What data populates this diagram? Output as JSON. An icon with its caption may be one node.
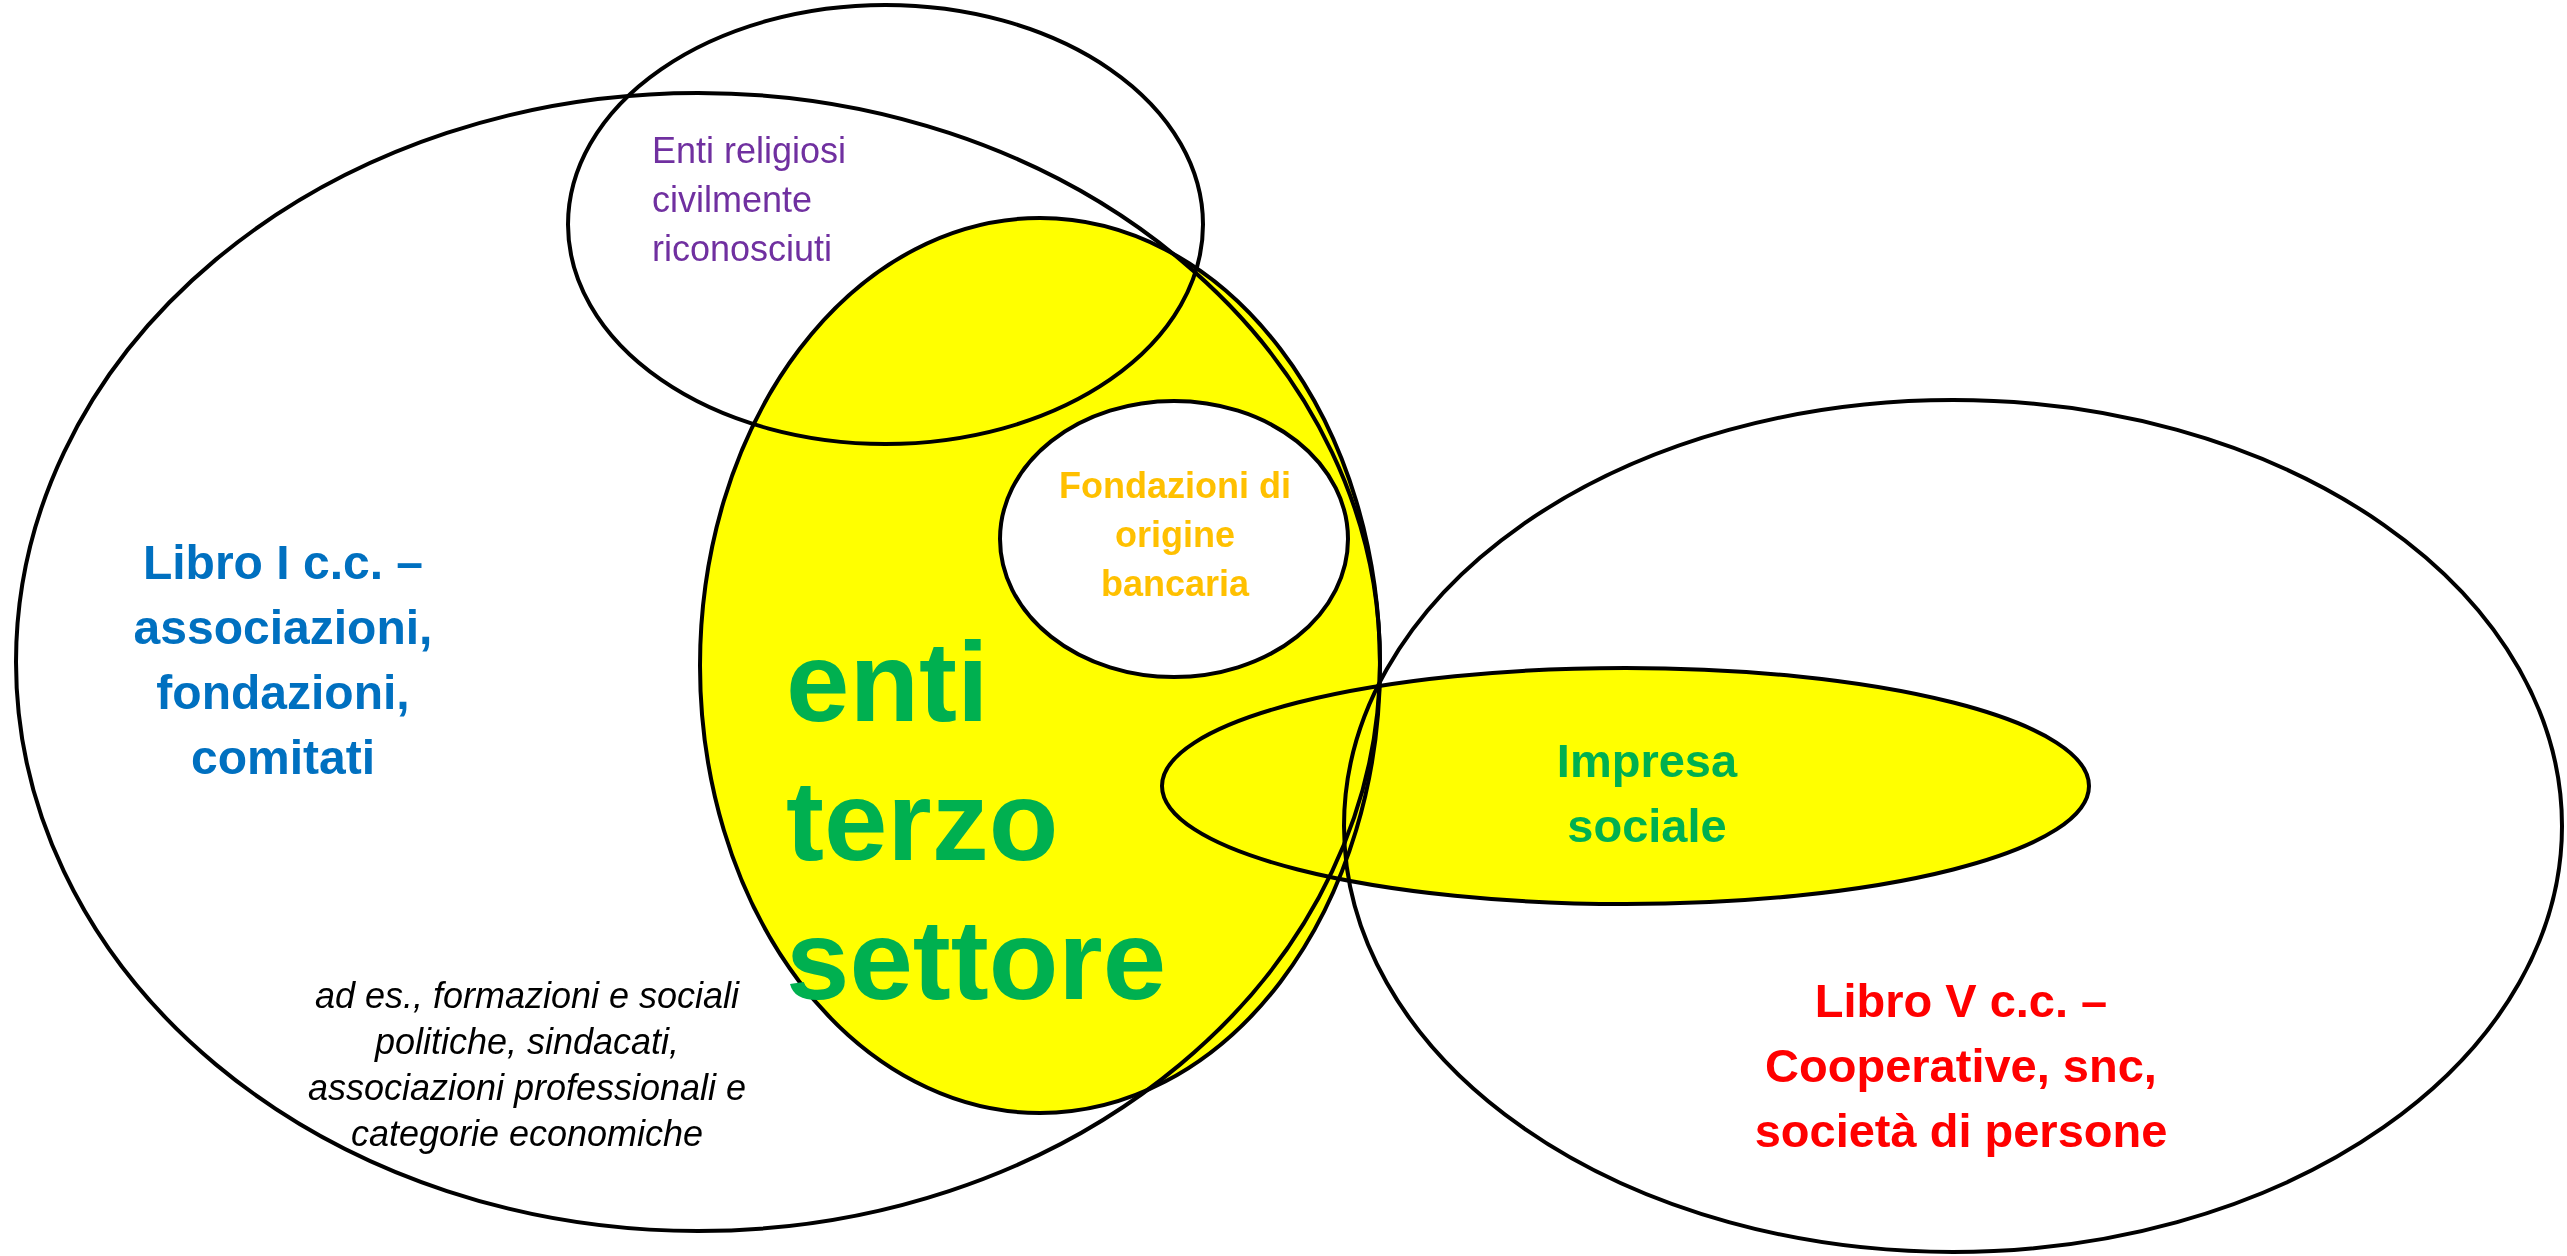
{
  "diagram": {
    "nodes": [
      {
        "text": [
          "Libro I c.c. – associazioni, fondazioni, comitati",
          "ad es., formazioni e sociali politiche, sindacati, associazioni professionali e categorie economiche"
        ]
      },
      {
        "text": [
          "Enti religiosi civilmente riconosciuti"
        ]
      },
      {
        "text": [
          "enti terzo settore"
        ]
      },
      {
        "text": [
          "Fondazioni di origine bancaria"
        ],
        "in": 2
      },
      {
        "text": [
          "Impresa sociale"
        ]
      },
      {
        "text": [
          "Libro V c.c. – Cooperative, snc, società di persone"
        ]
      }
    ]
  }
}
